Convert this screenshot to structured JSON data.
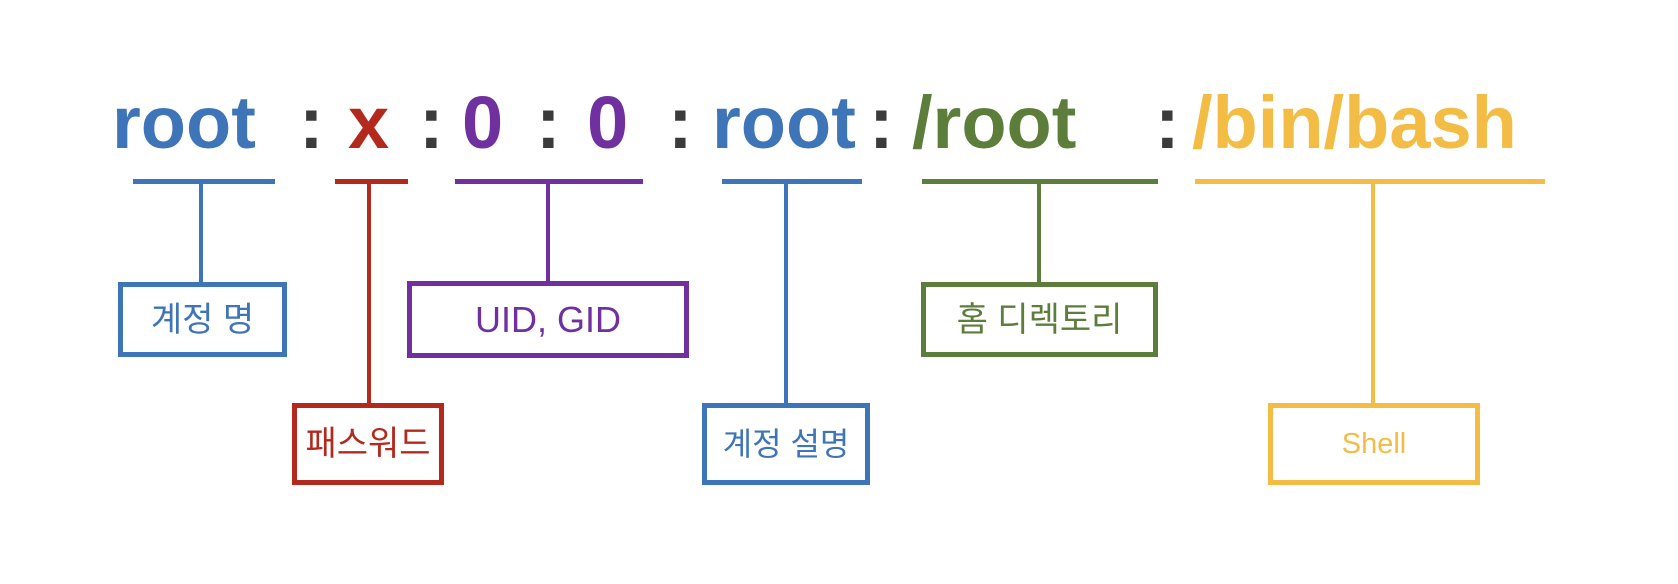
{
  "colors": {
    "blue": "#3E74B8",
    "red": "#B4291E",
    "purple": "#7030A0",
    "green": "#5D7D3B",
    "yellow": "#F2BC45",
    "separator": "#3B3B3B"
  },
  "entry": {
    "separator": ":",
    "segments": [
      {
        "text": "root",
        "color": "blue"
      },
      {
        "text": "x",
        "color": "red"
      },
      {
        "text": "0",
        "color": "purple"
      },
      {
        "text": "0",
        "color": "purple"
      },
      {
        "text": "root",
        "color": "blue"
      },
      {
        "text": "/root",
        "color": "green"
      },
      {
        "text": "/bin/bash",
        "color": "yellow"
      }
    ]
  },
  "labels": [
    {
      "text": "계정 명",
      "color": "blue"
    },
    {
      "text": "패스워드",
      "color": "red"
    },
    {
      "text": "UID, GID",
      "color": "purple"
    },
    {
      "text": "계정 설명",
      "color": "blue"
    },
    {
      "text": "홈 디렉토리",
      "color": "green"
    },
    {
      "text": "Shell",
      "color": "yellow"
    }
  ]
}
